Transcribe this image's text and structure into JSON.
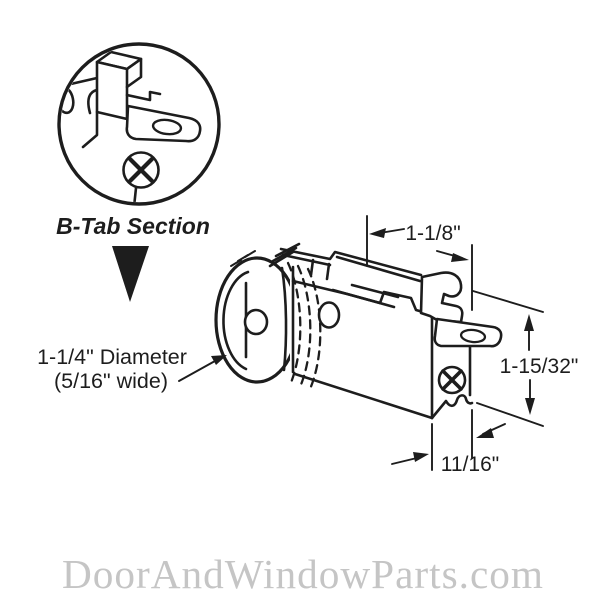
{
  "colors": {
    "line": "#1d1d1d",
    "watermark": "#c5c5c5",
    "background": "#ffffff"
  },
  "inset": {
    "label": "B-Tab Section"
  },
  "callout": {
    "line1": "1-1/4\" Diameter",
    "line2": "(5/16\" wide)"
  },
  "dimensions": {
    "top_width": "1-1/8\"",
    "right_height": "1-15/32\"",
    "bottom_width": "11/16\""
  },
  "watermark": {
    "text": "DoorAndWindowParts.com"
  }
}
